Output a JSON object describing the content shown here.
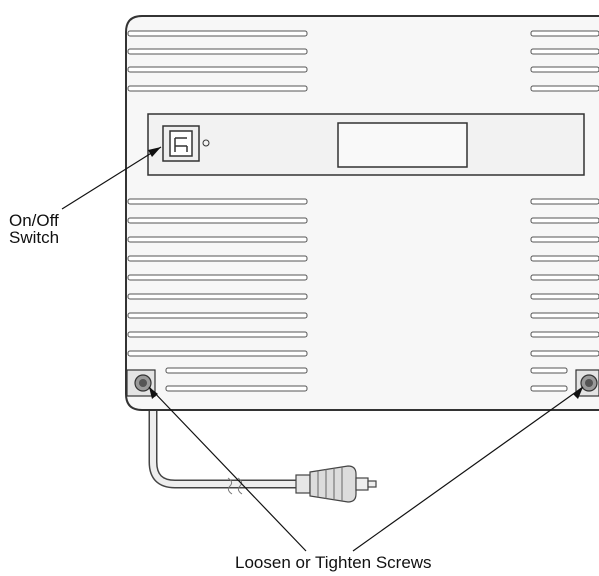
{
  "callouts": {
    "switch_line1": "On/Off",
    "switch_line2": "Switch",
    "screws": "Loosen or Tighten Screws"
  }
}
